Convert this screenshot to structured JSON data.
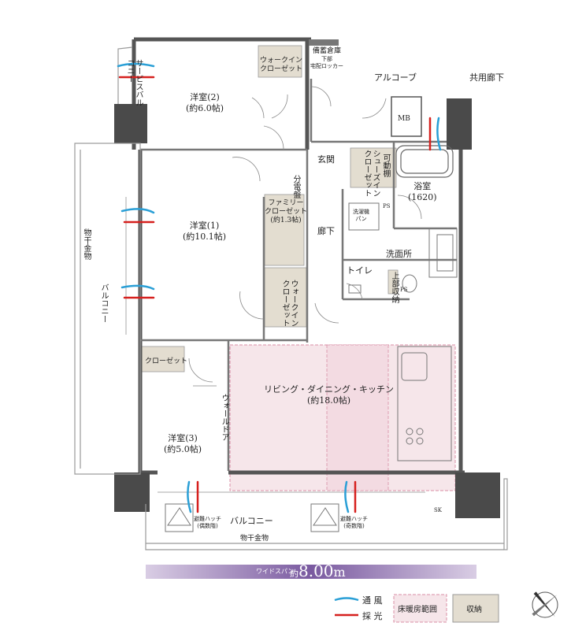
{
  "rooms": {
    "bedroom1": {
      "name": "洋室(1)",
      "size": "(約10.1帖)"
    },
    "bedroom2": {
      "name": "洋室(2)",
      "size": "(約6.0帖)"
    },
    "bedroom3": {
      "name": "洋室(3)",
      "size": "(約5.0帖)"
    },
    "ldk": {
      "name": "リビング・ダイニング・キッチン",
      "size": "(約18.0帖)"
    },
    "bath": {
      "name": "浴室",
      "size": "(1620)"
    },
    "entrance": "玄関",
    "hallway": "廊下",
    "washroom": "洗面所",
    "toilet": "トイレ",
    "alcove": "アルコーブ",
    "common_corridor": "共用廊下",
    "storage": {
      "line1": "備蓄倉庫",
      "line2": "下部",
      "line3": "宅配ロッカー"
    },
    "mb": "MB",
    "ps1": "PS",
    "ps2": "PS",
    "sk": "SK"
  },
  "closets": {
    "wic_bedroom2": "ウォークイン\nクローゼット",
    "wic_bedroom1": "ウォークイン\nクローゼット",
    "family_closet": {
      "line1": "ファミリー",
      "line2": "クローゼット",
      "line3": "(約1.3帖)"
    },
    "shoe_closet": "シューズイン\nクローゼット",
    "movable_shelf": "可動棚",
    "closet_bedroom3": "クローゼット",
    "distribution_board": "分電盤",
    "upper_shelf": "上部収納",
    "washer_pan": {
      "line1": "洗濯機",
      "line2": "パン"
    },
    "wall_door": "ウォールドア"
  },
  "balconies": {
    "service": "サービスバルコニー",
    "west": "バルコニー",
    "west_rail": "物干金物",
    "south": "バルコニー",
    "south_rail": "物干金物",
    "hatch_even": {
      "line1": "避難ハッチ",
      "line2": "(偶数階)"
    },
    "hatch_odd": {
      "line1": "避難ハッチ",
      "line2": "(奇数階)"
    }
  },
  "wide_span": {
    "label": "ワイドスパン",
    "prefix": "約",
    "value": "8.00",
    "unit": "m"
  },
  "legend": {
    "ventilation": "通 風",
    "daylight": "採 光",
    "floor_heating": "床暖房範囲",
    "storage": "収納"
  },
  "colors": {
    "wall": "#555555",
    "column": "#4a4a4a",
    "storage_fill": "#e3ddd0",
    "floor_heating_fill": "#f6e6ea",
    "floor_heating_border": "#d98fa5",
    "wind_arrow": "#2a9fd6",
    "light_arrow": "#d6201e",
    "span_bar": "#7a5aa0"
  },
  "compass": "north-compass-icon"
}
